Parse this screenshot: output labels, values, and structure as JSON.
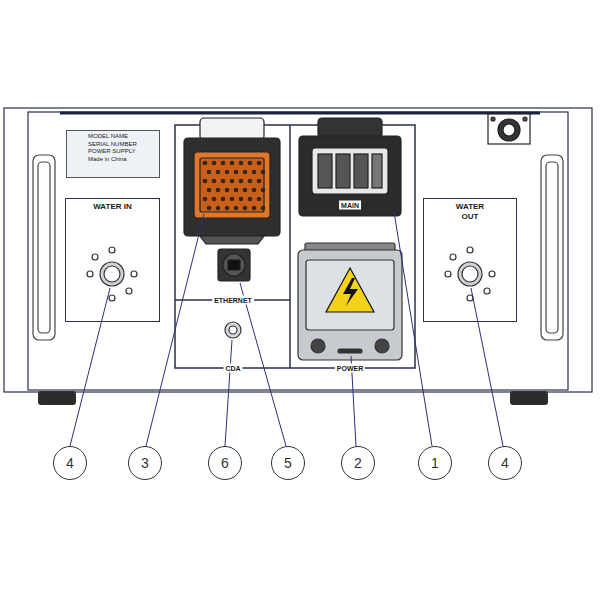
{
  "diagram": {
    "nodes": [
      {
        "text": [
          "MODEL NAME",
          "SERIAL NUMBER",
          "POWER SUPPLY",
          "Made in China"
        ]
      },
      {
        "text": [
          "WATER IN"
        ]
      },
      {
        "text": [
          "WATER OUT"
        ]
      },
      {
        "text": [
          "4"
        ]
      },
      {
        "text": [
          "3"
        ]
      },
      {
        "text": [
          "6"
        ]
      },
      {
        "text": [
          "5"
        ]
      },
      {
        "text": [
          "2"
        ]
      },
      {
        "text": [
          "1"
        ]
      },
      {
        "text": [
          "4"
        ]
      }
    ],
    "labels": [
      "ETHERNET",
      "CDA",
      "POWER",
      "MAIN"
    ]
  }
}
